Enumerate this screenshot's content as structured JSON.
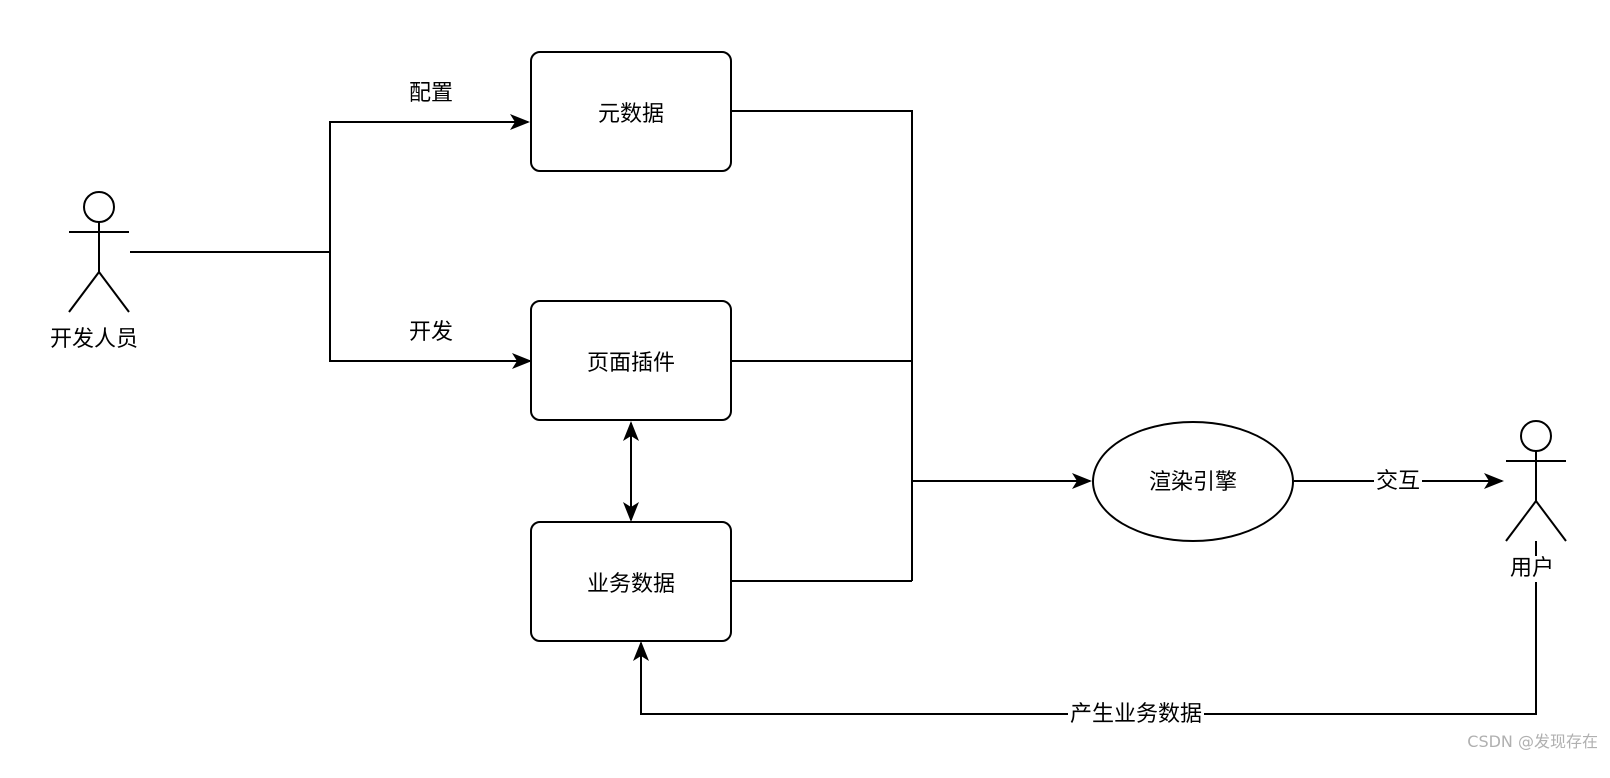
{
  "actors": {
    "developer": "开发人员",
    "user": "用户"
  },
  "nodes": {
    "metadata": "元数据",
    "page_plugin": "页面插件",
    "business_data": "业务数据",
    "render_engine": "渲染引擎"
  },
  "edges": {
    "configure": "配置",
    "develop": "开发",
    "interact": "交互",
    "generate_business_data": "产生业务数据"
  },
  "watermark": "CSDN @发现存在"
}
